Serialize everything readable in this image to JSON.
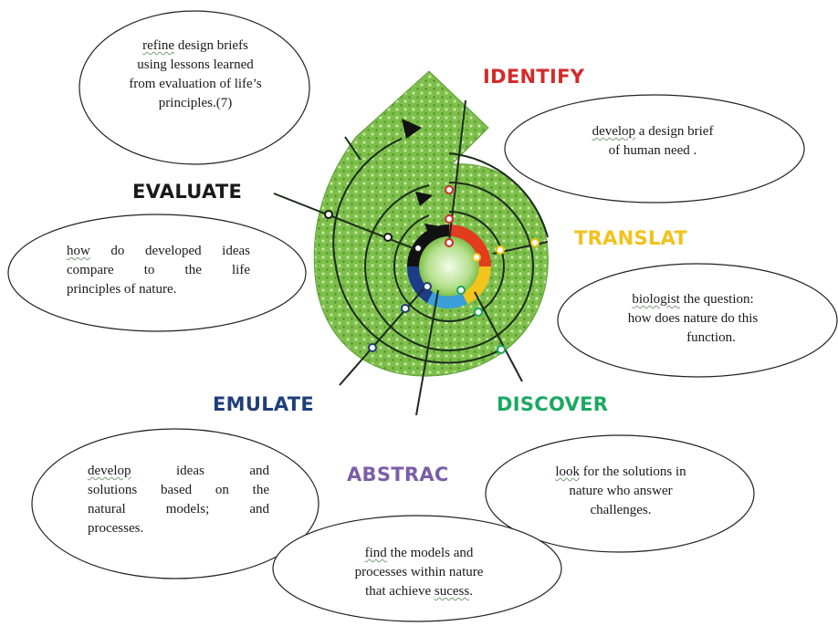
{
  "stages": {
    "identify": "IDENTIFY",
    "translate": "TRANSLAT",
    "discover": "DISCOVER",
    "abstract": "ABSTRAC",
    "emulate": "EMULATE",
    "evaluate": "EVALUATE"
  },
  "colors": {
    "identify": "#d42a2a",
    "translate": "#f2c21b",
    "discover": "#1aa860",
    "abstract": "#7b5ea7",
    "emulate": "#1f3f7a",
    "evaluate": "#1a1a1a",
    "spiral_green": "#7dbf4a"
  },
  "bubbles": {
    "evaluate_refine": {
      "l1_word": "refine",
      "l1_rest": " design briefs",
      "l2": "using lessons learned",
      "l3": "from evaluation of life’s",
      "l4": "principles.(7)"
    },
    "identify": {
      "l1_word": "develop",
      "l1_rest": " a design brief",
      "l2": "of human need ."
    },
    "evaluate": {
      "l1_word": "how",
      "l1_rest": " do developed ideas",
      "l2": "compare to the life",
      "l3": "principles of nature."
    },
    "translate": {
      "l1_word": "biologist",
      "l1_rest": " the question:",
      "l2": "how does nature do this",
      "l3": "function."
    },
    "emulate": {
      "l1_word": "develop",
      "l1_rest": " ideas and",
      "l2": "solutions based on the",
      "l3": "natural models; and",
      "l4": "processes."
    },
    "discover": {
      "l1_word": "look",
      "l1_rest": " for the solutions in",
      "l2": "nature who answer",
      "l3": "challenges."
    },
    "abstract": {
      "l1_word": "find",
      "l1_rest": " the models and",
      "l2": "processes within nature",
      "l3_pre": "that achieve ",
      "l3_word": "sucess",
      "l3_post": "."
    }
  }
}
